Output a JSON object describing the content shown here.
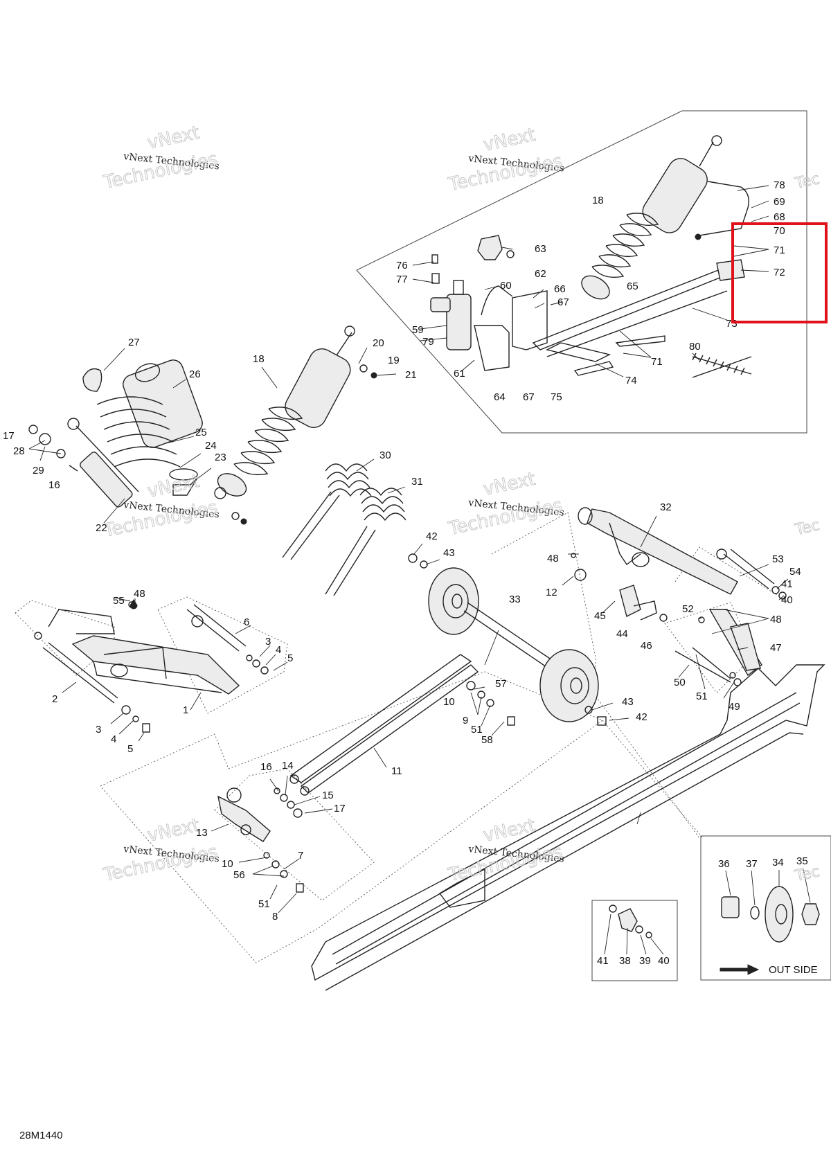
{
  "diagram_code": "28M1440",
  "watermark": {
    "line1": "vNext Technologies",
    "line2": "vNext",
    "line3": "Technologies",
    "edge": "Tec"
  },
  "out_side_label": "OUT SIDE",
  "highlight_color": "#e0111b",
  "callouts": [
    "1",
    "2",
    "3",
    "4",
    "5",
    "6",
    "7",
    "8",
    "9",
    "10",
    "11",
    "12",
    "13",
    "14",
    "15",
    "16",
    "17",
    "18",
    "19",
    "20",
    "21",
    "22",
    "23",
    "24",
    "25",
    "26",
    "27",
    "28",
    "29",
    "30",
    "31",
    "32",
    "33",
    "34",
    "35",
    "36",
    "37",
    "38",
    "39",
    "40",
    "41",
    "42",
    "43",
    "44",
    "45",
    "46",
    "47",
    "48",
    "49",
    "50",
    "51",
    "52",
    "53",
    "54",
    "55",
    "56",
    "57",
    "58",
    "59",
    "60",
    "61",
    "62",
    "63",
    "64",
    "65",
    "66",
    "67",
    "68",
    "69",
    "70",
    "71",
    "72",
    "73",
    "74",
    "75",
    "76",
    "77",
    "78",
    "79",
    "80"
  ]
}
